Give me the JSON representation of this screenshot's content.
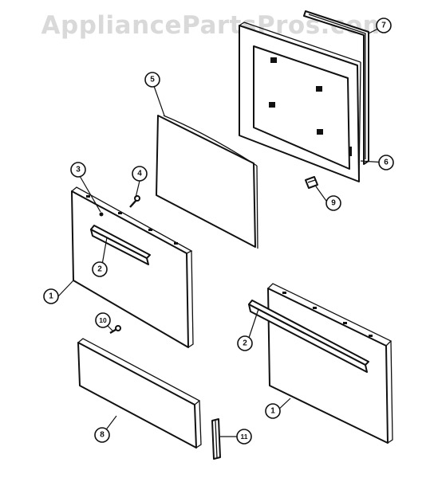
{
  "watermark": "AppliancePartsPros.com",
  "callouts": [
    "1",
    "2",
    "3",
    "4",
    "5",
    "6",
    "7",
    "8",
    "9",
    "10",
    "11",
    "2",
    "1"
  ],
  "colors": {
    "line": "#111111",
    "background": "#ffffff",
    "watermark": "#d9d9d9"
  }
}
